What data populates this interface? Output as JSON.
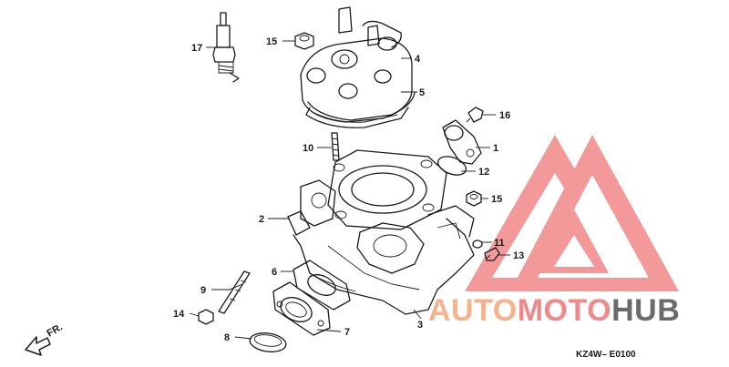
{
  "diagram": {
    "callouts": [
      {
        "id": "17",
        "text": "17"
      },
      {
        "id": "15a",
        "text": "15"
      },
      {
        "id": "4",
        "text": "4"
      },
      {
        "id": "5",
        "text": "5"
      },
      {
        "id": "16",
        "text": "16"
      },
      {
        "id": "1",
        "text": "1"
      },
      {
        "id": "10",
        "text": "10"
      },
      {
        "id": "12",
        "text": "12"
      },
      {
        "id": "15b",
        "text": "15"
      },
      {
        "id": "2",
        "text": "2"
      },
      {
        "id": "11",
        "text": "11"
      },
      {
        "id": "13",
        "text": "13"
      },
      {
        "id": "6",
        "text": "6"
      },
      {
        "id": "9",
        "text": "9"
      },
      {
        "id": "14",
        "text": "14"
      },
      {
        "id": "7",
        "text": "7"
      },
      {
        "id": "8",
        "text": "8"
      },
      {
        "id": "3",
        "text": "3"
      }
    ],
    "direction_label": "FR.",
    "figure_code": "KZ4W– E0100"
  },
  "watermark": {
    "word_parts": [
      "AUTO",
      "MOTO",
      "HUB"
    ],
    "colors": {
      "auto": "#f5b38c",
      "moto": "#f08a8a",
      "hub": "#6b6b6b",
      "logo": "#f07878"
    }
  }
}
